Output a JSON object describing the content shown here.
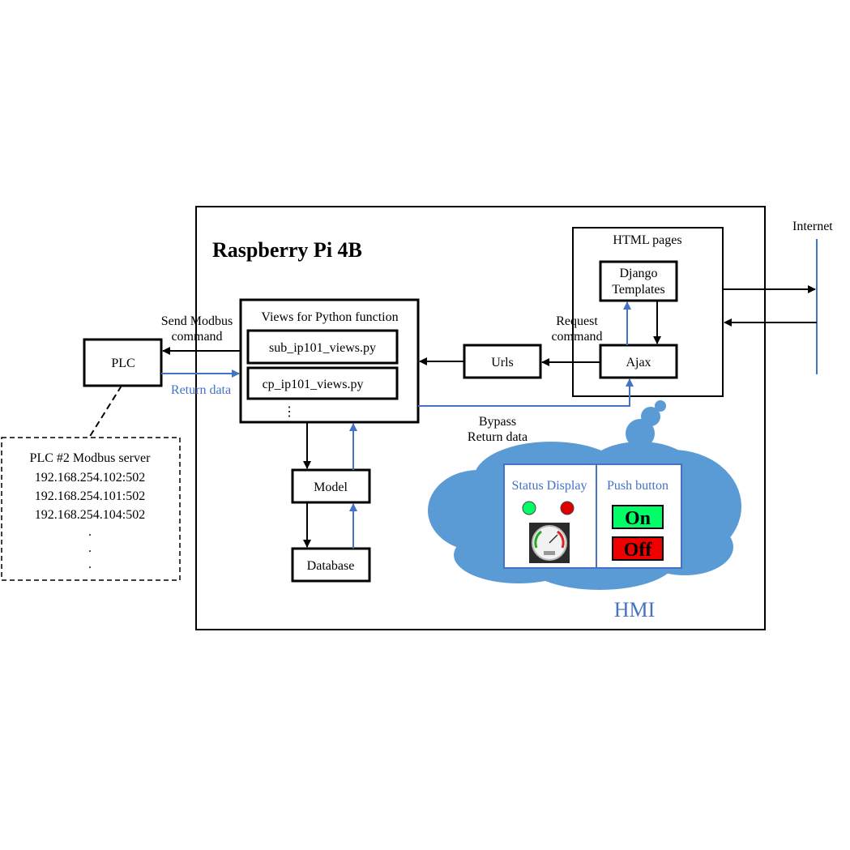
{
  "title": "Raspberry Pi 4B",
  "internet_label": "Internet",
  "html_pages": {
    "title": "HTML pages",
    "django_line1": "Django",
    "django_line2": "Templates",
    "ajax": "Ajax"
  },
  "views": {
    "title": "Views for Python function",
    "file1": "sub_ip101_views.py",
    "file2": "cp_ip101_views.py",
    "ellipsis": "⋮"
  },
  "urls": "Urls",
  "model": "Model",
  "database": "Database",
  "plc": "PLC",
  "labels": {
    "send_line1": "Send Modbus",
    "send_line2": "command",
    "return_data": "Return data",
    "request_line1": "Request",
    "request_line2": "command",
    "bypass_line1": "Bypass",
    "bypass_line2": "Return data"
  },
  "plc_servers": {
    "title": "PLC #2 Modbus server",
    "ips": [
      "192.168.254.102:502",
      "192.168.254.101:502",
      "192.168.254.104:502"
    ],
    "dots": [
      ".",
      ".",
      "."
    ]
  },
  "hmi": {
    "label": "HMI",
    "status_display": "Status Display",
    "push_button": "Push button",
    "on_label": "On",
    "off_label": "Off"
  },
  "colors": {
    "blue_line": "#4472c4",
    "cloud": "#5b9bd5",
    "green_lamp": "#00ff66",
    "red_lamp": "#e00000",
    "on_button": "#00ff66",
    "off_button": "#ee0000"
  }
}
